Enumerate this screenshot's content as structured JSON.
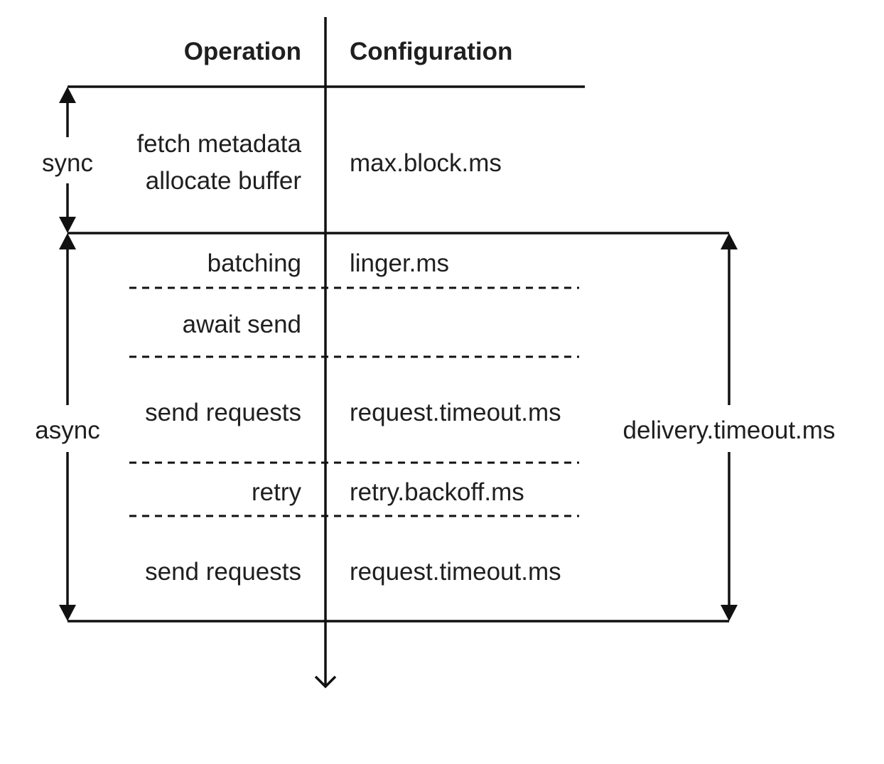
{
  "headers": {
    "operation": "Operation",
    "configuration": "Configuration"
  },
  "phases": {
    "sync": "sync",
    "async": "async"
  },
  "rows": [
    {
      "operation": [
        "fetch metadata",
        "allocate buffer"
      ],
      "config": "max.block.ms"
    },
    {
      "operation": [
        "batching"
      ],
      "config": "linger.ms"
    },
    {
      "operation": [
        "await send"
      ],
      "config": ""
    },
    {
      "operation": [
        "send requests"
      ],
      "config": "request.timeout.ms"
    },
    {
      "operation": [
        "retry"
      ],
      "config": "retry.backoff.ms"
    },
    {
      "operation": [
        "send requests"
      ],
      "config": "request.timeout.ms"
    }
  ],
  "overall_timeout": "delivery.timeout.ms"
}
